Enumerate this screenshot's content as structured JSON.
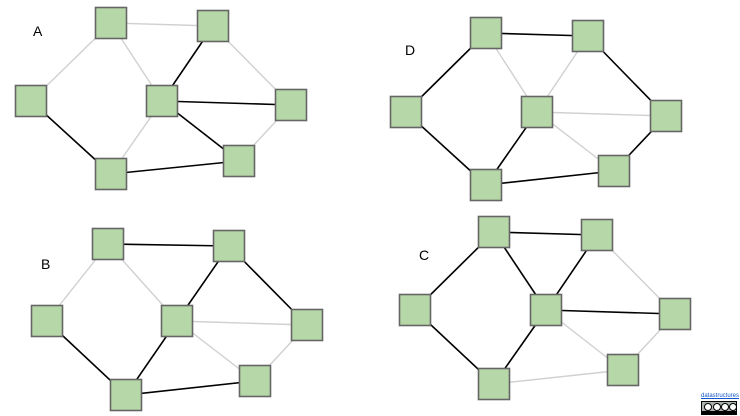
{
  "colors": {
    "node_fill": "#b6d7a8",
    "node_border": "#666666",
    "edge_selected": "#000000",
    "edge_unselected": "#d0d0d0",
    "link": "#1155cc"
  },
  "graphs": [
    {
      "label": "A",
      "nodes": [
        "n1",
        "n2",
        "n3",
        "n4",
        "n5",
        "n6",
        "n7"
      ],
      "edges": [
        {
          "from": "n1",
          "to": "n2",
          "style": "gray"
        },
        {
          "from": "n1",
          "to": "n3",
          "style": "gray"
        },
        {
          "from": "n1",
          "to": "n4",
          "style": "gray"
        },
        {
          "from": "n2",
          "to": "n4",
          "style": "black"
        },
        {
          "from": "n2",
          "to": "n5",
          "style": "gray"
        },
        {
          "from": "n3",
          "to": "n7",
          "style": "black"
        },
        {
          "from": "n4",
          "to": "n7",
          "style": "gray"
        },
        {
          "from": "n4",
          "to": "n5",
          "style": "black"
        },
        {
          "from": "n4",
          "to": "n6",
          "style": "black"
        },
        {
          "from": "n7",
          "to": "n6",
          "style": "black"
        },
        {
          "from": "n5",
          "to": "n6",
          "style": "gray"
        }
      ]
    },
    {
      "label": "D",
      "nodes": [
        "n1",
        "n2",
        "n3",
        "n4",
        "n5",
        "n6",
        "n7"
      ],
      "edges": [
        {
          "from": "n1",
          "to": "n2",
          "style": "black"
        },
        {
          "from": "n1",
          "to": "n3",
          "style": "black"
        },
        {
          "from": "n1",
          "to": "n4",
          "style": "gray"
        },
        {
          "from": "n2",
          "to": "n4",
          "style": "gray"
        },
        {
          "from": "n2",
          "to": "n5",
          "style": "black"
        },
        {
          "from": "n3",
          "to": "n7",
          "style": "black"
        },
        {
          "from": "n4",
          "to": "n7",
          "style": "black"
        },
        {
          "from": "n4",
          "to": "n5",
          "style": "gray"
        },
        {
          "from": "n4",
          "to": "n6",
          "style": "gray"
        },
        {
          "from": "n7",
          "to": "n6",
          "style": "black"
        },
        {
          "from": "n5",
          "to": "n6",
          "style": "black"
        }
      ]
    },
    {
      "label": "B",
      "nodes": [
        "n1",
        "n2",
        "n3",
        "n4",
        "n5",
        "n6",
        "n7"
      ],
      "edges": [
        {
          "from": "n1",
          "to": "n2",
          "style": "black"
        },
        {
          "from": "n1",
          "to": "n3",
          "style": "gray"
        },
        {
          "from": "n1",
          "to": "n4",
          "style": "gray"
        },
        {
          "from": "n2",
          "to": "n4",
          "style": "black"
        },
        {
          "from": "n2",
          "to": "n5",
          "style": "black"
        },
        {
          "from": "n3",
          "to": "n7",
          "style": "black"
        },
        {
          "from": "n4",
          "to": "n7",
          "style": "black"
        },
        {
          "from": "n4",
          "to": "n5",
          "style": "gray"
        },
        {
          "from": "n4",
          "to": "n6",
          "style": "gray"
        },
        {
          "from": "n7",
          "to": "n6",
          "style": "black"
        },
        {
          "from": "n5",
          "to": "n6",
          "style": "gray"
        }
      ]
    },
    {
      "label": "C",
      "nodes": [
        "n1",
        "n2",
        "n3",
        "n4",
        "n5",
        "n6",
        "n7"
      ],
      "edges": [
        {
          "from": "n1",
          "to": "n2",
          "style": "black"
        },
        {
          "from": "n1",
          "to": "n3",
          "style": "black"
        },
        {
          "from": "n1",
          "to": "n4",
          "style": "black"
        },
        {
          "from": "n2",
          "to": "n4",
          "style": "black"
        },
        {
          "from": "n2",
          "to": "n5",
          "style": "gray"
        },
        {
          "from": "n3",
          "to": "n7",
          "style": "black"
        },
        {
          "from": "n4",
          "to": "n7",
          "style": "black"
        },
        {
          "from": "n4",
          "to": "n5",
          "style": "black"
        },
        {
          "from": "n4",
          "to": "n6",
          "style": "gray"
        },
        {
          "from": "n7",
          "to": "n6",
          "style": "gray"
        },
        {
          "from": "n5",
          "to": "n6",
          "style": "gray"
        }
      ]
    }
  ],
  "credit": {
    "link_text": "datastructures",
    "badge": "cc-by-nc-sa"
  }
}
